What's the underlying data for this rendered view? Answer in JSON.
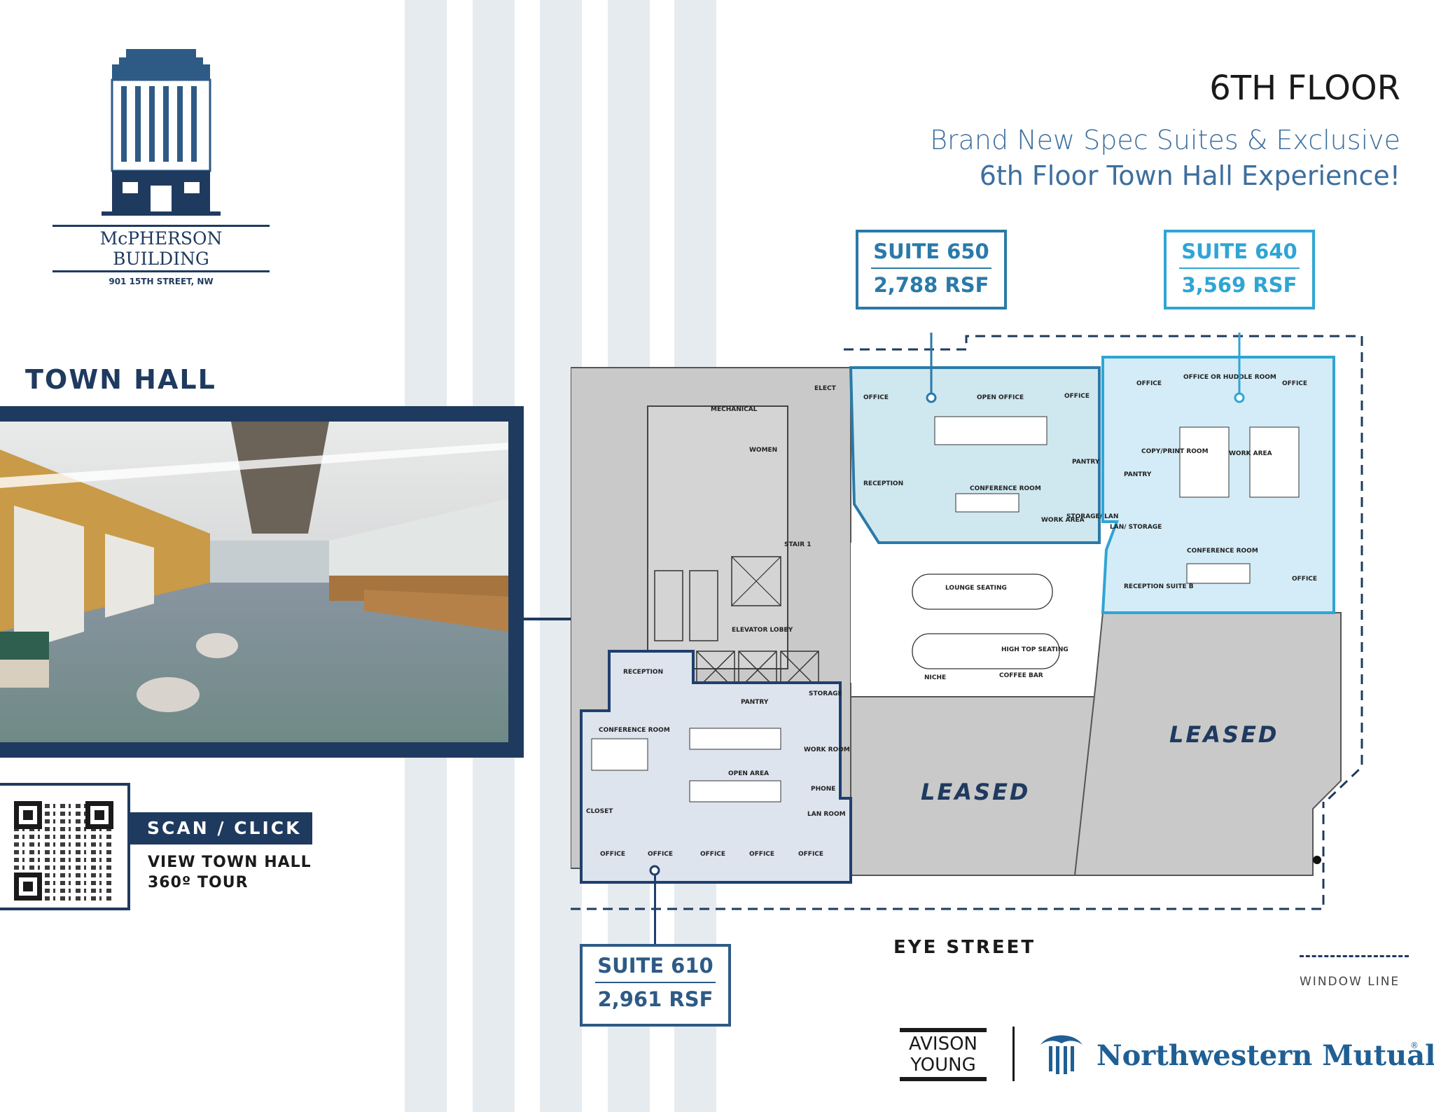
{
  "brand": {
    "building_name": "McPHERSON BUILDING",
    "building_address": "901 15TH STREET, NW"
  },
  "header": {
    "floor_title": "6TH FLOOR",
    "tagline_line1": "Brand New Spec Suites & Exclusive",
    "tagline_line2": "6th Floor Town Hall Experience!"
  },
  "town_hall": {
    "heading": "TOWN HALL"
  },
  "scan": {
    "badge": "SCAN / CLICK",
    "line1": "VIEW TOWN HALL",
    "line2": "360º TOUR"
  },
  "suites": [
    {
      "name": "SUITE 650",
      "area": "2,788 RSF"
    },
    {
      "name": "SUITE 640",
      "area": "3,569 RSF"
    },
    {
      "name": "SUITE 610",
      "area": "2,961 RSF"
    }
  ],
  "plan": {
    "leased_1": "LEASED",
    "leased_2": "LEASED",
    "street": "EYE STREET",
    "rooms": {
      "mechanical": "MECHANICAL",
      "elect": "ELECT",
      "women": "WOMEN",
      "stair": "STAIR 1",
      "elevator_lobby": "ELEVATOR LOBBY",
      "office": "OFFICE",
      "open_office": "OPEN OFFICE",
      "reception": "RECEPTION",
      "conference_room": "CONFERENCE ROOM",
      "pantry": "PANTRY",
      "work_area": "WORK AREA",
      "storage_lan": "STORAGE/ LAN",
      "office_huddle": "OFFICE OR HUDDLE ROOM",
      "copy_print": "COPY/PRINT ROOM",
      "lan_storage": "LAN/ STORAGE",
      "reception_b": "RECEPTION SUITE B",
      "lounge": "LOUNGE SEATING",
      "high_top": "HIGH TOP SEATING",
      "coffee_bar": "COFFEE BAR",
      "niche": "NICHE",
      "open_area": "OPEN AREA",
      "storage": "STORAGE",
      "work_room": "WORK ROOM",
      "phone": "PHONE",
      "lan_room": "LAN ROOM",
      "closet": "CLOSET"
    }
  },
  "legend": {
    "window_line": "WINDOW LINE"
  },
  "footer": {
    "broker_line1": "AVISON",
    "broker_line2": "YOUNG",
    "owner": "Northwestern Mutual",
    "owner_mark": "®"
  },
  "colors": {
    "navy": "#1f3a5f",
    "suite_650": "#2a7aa8",
    "suite_640": "#2fa5d4",
    "suite_610": "#1f3f6e",
    "leased_gray": "#c9c9c9",
    "stripe": "#e6ebef"
  }
}
